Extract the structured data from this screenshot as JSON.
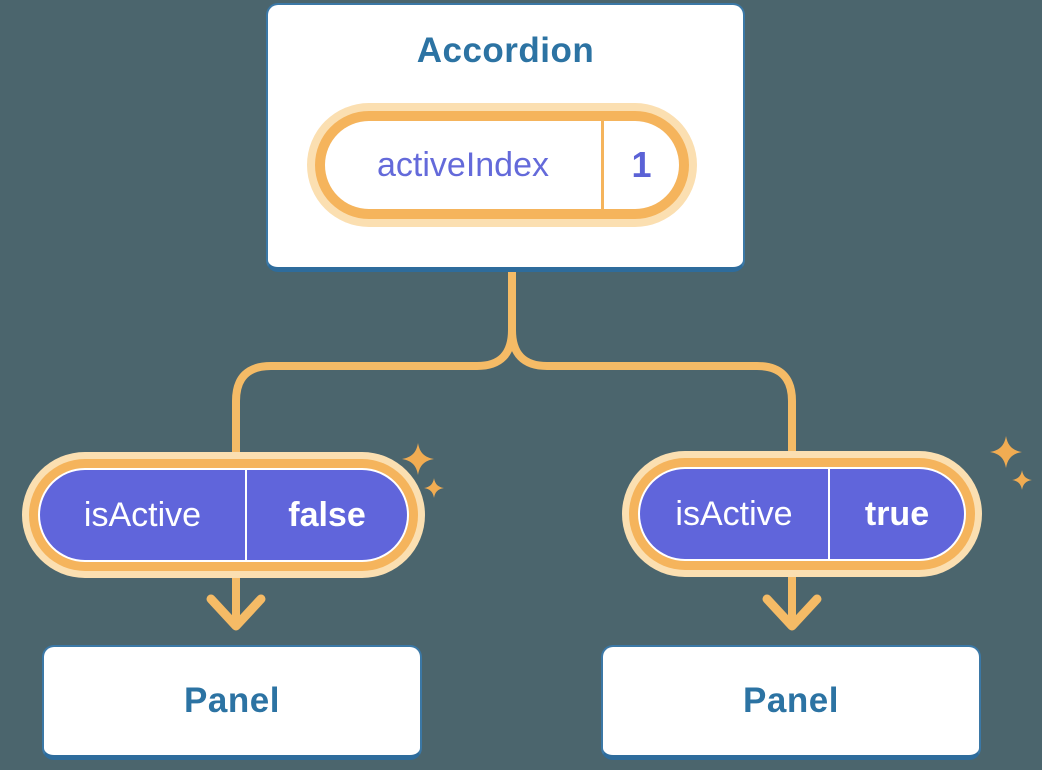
{
  "diagram": {
    "description": "Component tree diagram: Accordion holds activeIndex state, passes isActive props to two Panels",
    "accordion_card": {
      "title": "Accordion",
      "state_pill": {
        "label": "activeIndex",
        "value": "1"
      }
    },
    "left_branch": {
      "prop_pill": {
        "label": "isActive",
        "value": "false"
      },
      "panel": {
        "title": "Panel"
      }
    },
    "right_branch": {
      "prop_pill": {
        "label": "isActive",
        "value": "true"
      },
      "panel": {
        "title": "Panel"
      }
    },
    "icons": {
      "sparkle_large": "sparkle-icon",
      "sparkle_small": "sparkle-icon"
    },
    "colors": {
      "background": "#4B656D",
      "card_fill": "#FFFFFF",
      "card_border": "#3B78A6",
      "card_border_bottom": "#2E6C9C",
      "card_text": "#2C73A3",
      "orange_ring": "#F5B45C",
      "orange_halo": "#FBDFB1",
      "connector_line": "#F5BB66",
      "sparkle": "#F1AC52",
      "purple_fill": "#6065DB",
      "purple_text": "#646ADA",
      "pill_text_white": "#FFFFFF"
    }
  }
}
